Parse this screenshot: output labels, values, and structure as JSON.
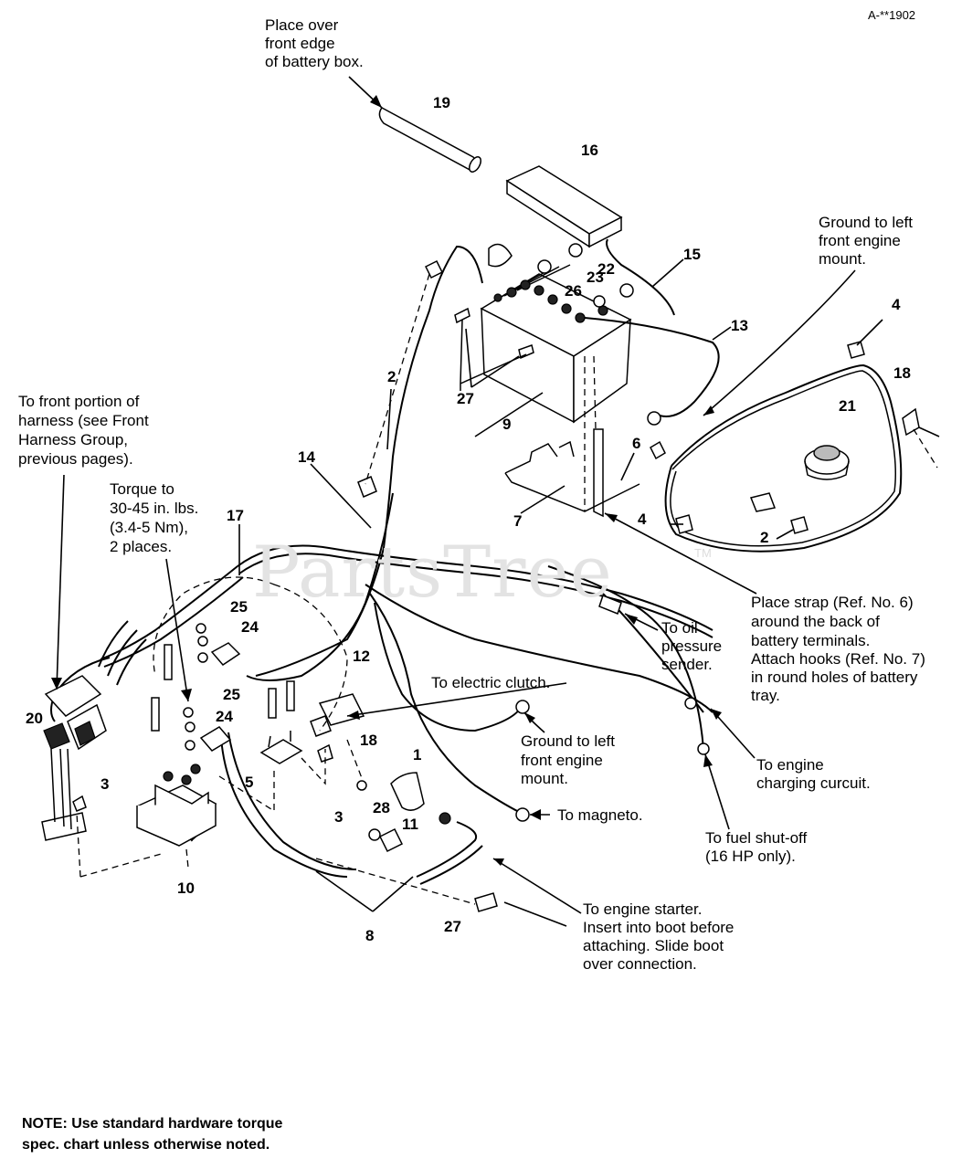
{
  "figure_code": "A-**1902",
  "watermark": "PartsTree",
  "watermark_tm": "TM",
  "notes": {
    "battery_box_1": "Place over",
    "battery_box_2": "front edge",
    "battery_box_3": "of battery box.",
    "ground_top_1": "Ground to left",
    "ground_top_2": "front engine",
    "ground_top_3": "mount.",
    "front_harness_1": "To front portion of",
    "front_harness_2": "harness (see Front",
    "front_harness_3": "Harness Group,",
    "front_harness_4": "previous pages).",
    "torque_1": "Torque to",
    "torque_2": "30-45 in. lbs.",
    "torque_3": "(3.4-5 Nm),",
    "torque_4": "2 places.",
    "strap_1": "Place strap (Ref. No. 6)",
    "strap_2": "around the back of",
    "strap_3": "battery terminals.",
    "strap_4": "Attach hooks (Ref. No. 7)",
    "strap_5": "in round holes of battery",
    "strap_6": "tray.",
    "oil_1": "To oil",
    "oil_2": "pressure",
    "oil_3": "sender.",
    "clutch": "To electric clutch.",
    "ground_mid_1": "Ground to left",
    "ground_mid_2": "front engine",
    "ground_mid_3": "mount.",
    "charging_1": "To engine",
    "charging_2": "charging curcuit.",
    "magneto": "To magneto.",
    "fuel_1": "To fuel shut-off",
    "fuel_2": "(16 HP only).",
    "starter_1": "To engine starter.",
    "starter_2": "Insert into boot before",
    "starter_3": "attaching. Slide boot",
    "starter_4": "over connection.",
    "footer_1": "NOTE: Use standard hardware torque",
    "footer_2": "spec. chart unless otherwise noted."
  },
  "callouts": {
    "c19": "19",
    "c16": "16",
    "c15": "15",
    "c22": "22",
    "c23": "23",
    "c26": "26",
    "c13": "13",
    "c4a": "4",
    "c18a": "18",
    "c21": "21",
    "c2a": "2",
    "c27a": "27",
    "c9": "9",
    "c6": "6",
    "c14": "14",
    "c7": "7",
    "c4b": "4",
    "c2b": "2",
    "c17": "17",
    "c25a": "25",
    "c24a": "24",
    "c12": "12",
    "c25b": "25",
    "c24b": "24",
    "c20": "20",
    "c18b": "18",
    "c1": "1",
    "c3a": "3",
    "c5": "5",
    "c3b": "3",
    "c28": "28",
    "c11": "11",
    "c10": "10",
    "c27b": "27",
    "c8": "8"
  }
}
